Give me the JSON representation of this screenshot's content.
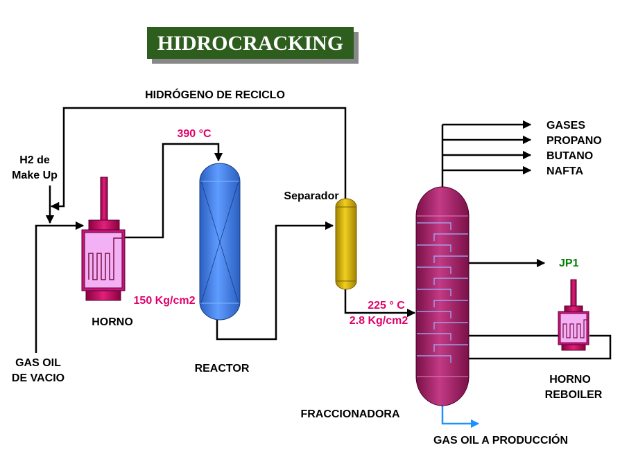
{
  "title": "HIDROCRACKING",
  "labels": {
    "recycle": "HIDRÓGENO DE RECICLO",
    "h2_line1": "H2  de",
    "h2_line2": "Make Up",
    "gasoil_line1": "GAS OIL",
    "gasoil_line2": "DE VACIO",
    "horno": "HORNO",
    "reactor": "REACTOR",
    "separador": "Separador",
    "fraccionadora": "FRACCIONADORA",
    "horno_reboiler_line1": "HORNO",
    "horno_reboiler_line2": "REBOILER",
    "gasoil_produccion": "GAS OIL A PRODUCCIÓN"
  },
  "conditions": {
    "reactor_temp": "390 °C",
    "furnace_pressure": "150 Kg/cm2",
    "separator_temp": "225 ° C",
    "separator_pressure": "2.8 Kg/cm2"
  },
  "products": {
    "gases": "GASES",
    "propano": "PROPANO",
    "butano": "BUTANO",
    "nafta": "NAFTA",
    "jp1": "JP1"
  },
  "colors": {
    "title_bg": "#2e5e1e",
    "vessel_magenta": "#b0246a",
    "reactor_blue": "#3a78e0",
    "separator_gold": "#d4b000",
    "furnace_pink": "#f4b0f4",
    "label_magenta": "#e0006a",
    "label_green": "#008000",
    "product_line_blue": "#1e90ff"
  }
}
